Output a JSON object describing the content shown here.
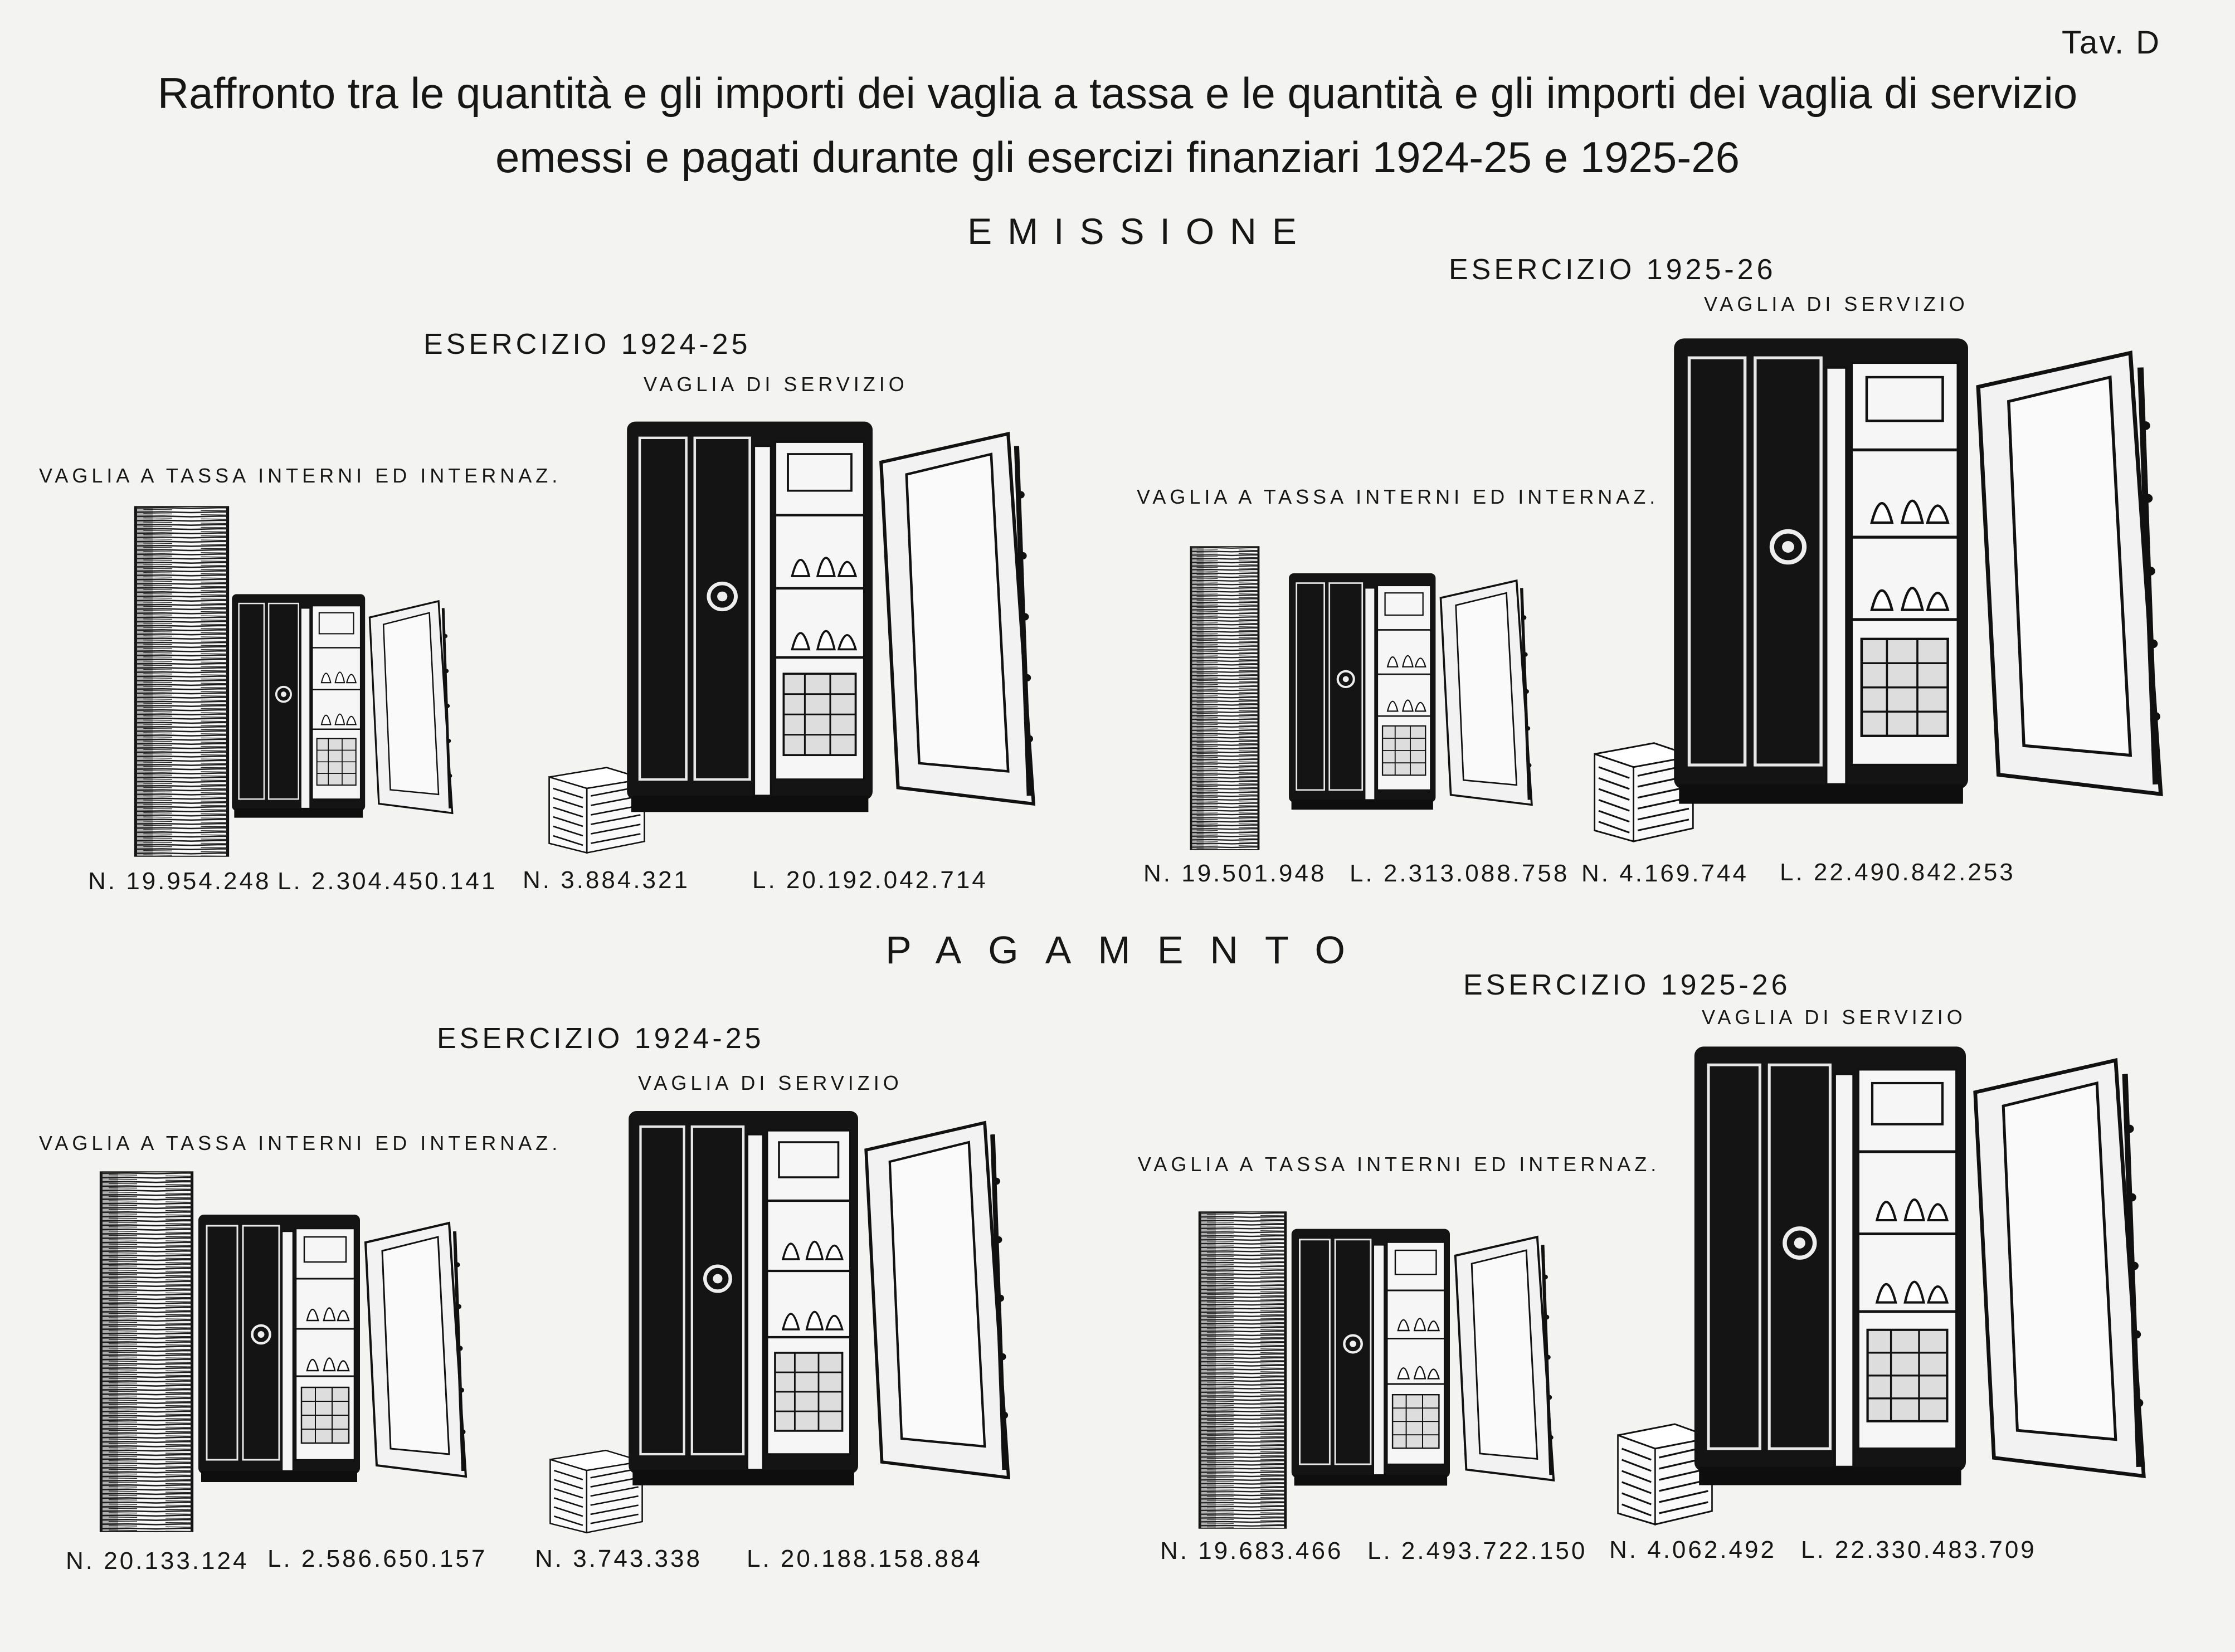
{
  "plate": "Tav. D",
  "title": {
    "line1": "Raffronto tra le quantità e gli importi dei vaglia a tassa e le quantità e gli importi dei vaglia di servizio",
    "line2": "emessi e pagati durante gli esercizi finanziari 1924-25 e 1925-26"
  },
  "emissione": {
    "heading": "EMISSIONE",
    "y1924": {
      "year": "ESERCIZIO 1924-25",
      "tassa_label": "VAGLIA A TASSA INTERNI ED INTERNAZ.",
      "servizio_label": "VAGLIA DI SERVIZIO",
      "tassa_count": "N. 19.954.248",
      "tassa_amount": "L. 2.304.450.141",
      "servizio_count": "N. 3.884.321",
      "servizio_amount": "L. 20.192.042.714"
    },
    "y1925": {
      "year": "ESERCIZIO 1925-26",
      "tassa_label": "VAGLIA A TASSA INTERNI ED INTERNAZ.",
      "servizio_label": "VAGLIA DI SERVIZIO",
      "tassa_count": "N. 19.501.948",
      "tassa_amount": "L. 2.313.088.758",
      "servizio_count": "N. 4.169.744",
      "servizio_amount": "L. 22.490.842.253"
    }
  },
  "pagamento": {
    "heading": "PAGAMENTO",
    "y1924": {
      "year": "ESERCIZIO 1924-25",
      "tassa_label": "VAGLIA A TASSA INTERNI ED INTERNAZ.",
      "servizio_label": "VAGLIA DI SERVIZIO",
      "tassa_count": "N. 20.133.124",
      "tassa_amount": "L. 2.586.650.157",
      "servizio_count": "N. 3.743.338",
      "servizio_amount": "L. 20.188.158.884"
    },
    "y1925": {
      "year": "ESERCIZIO 1925-26",
      "tassa_label": "VAGLIA A TASSA INTERNI ED INTERNAZ.",
      "servizio_label": "VAGLIA DI SERVIZIO",
      "tassa_count": "N. 19.683.466",
      "tassa_amount": "L. 2.493.722.150",
      "servizio_count": "N. 4.062.492",
      "servizio_amount": "L. 22.330.483.709"
    }
  }
}
